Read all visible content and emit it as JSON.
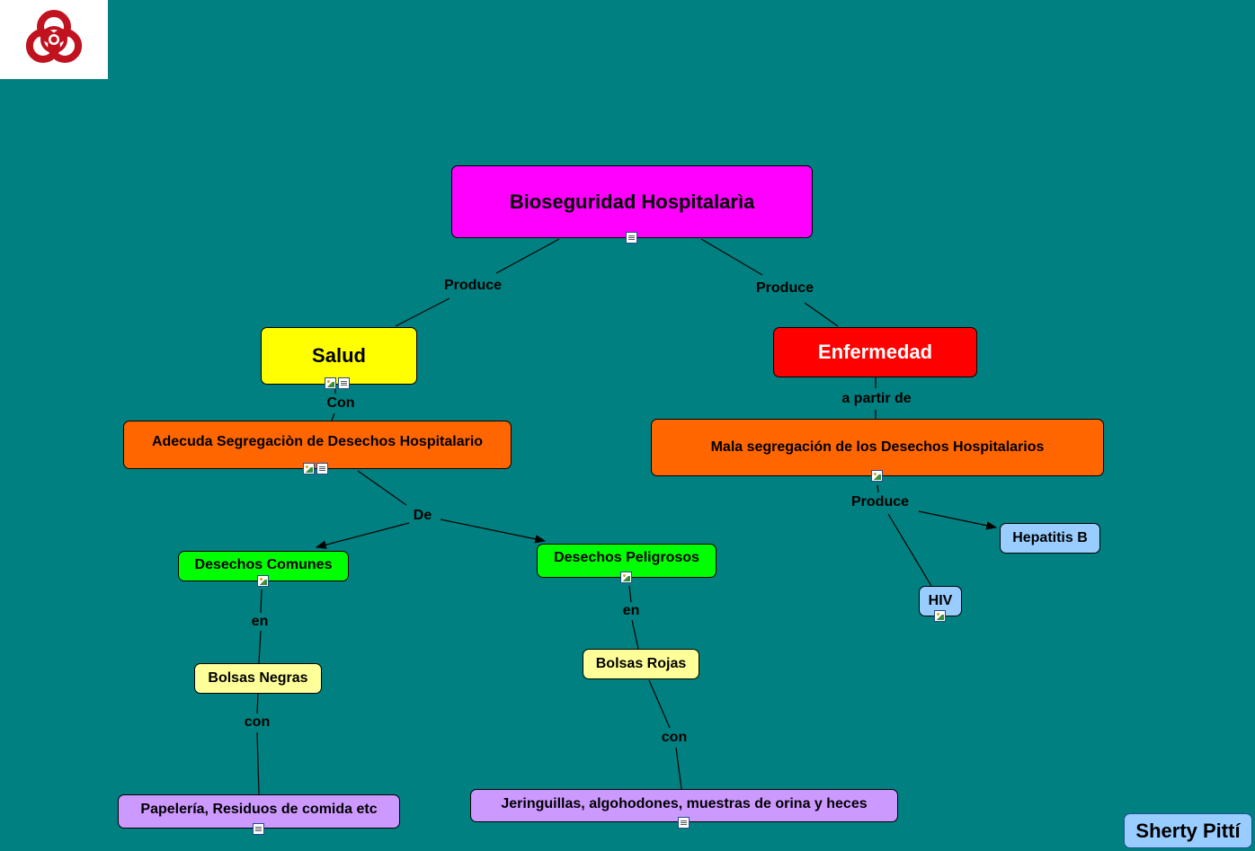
{
  "concepts": {
    "root": "Bioseguridad Hospitalarìa",
    "salud": "Salud",
    "enfermedad": "Enfermedad",
    "adecuada": "Adecuda Segregaciòn de Desechos Hospitalario",
    "mala": "Mala segregación de los Desechos Hospitalarios",
    "comunes": "Desechos Comunes",
    "peligrosos": "Desechos Peligrosos",
    "bolsas_negras": "Bolsas Negras",
    "bolsas_rojas": "Bolsas Rojas",
    "papeleria": "Papelería, Residuos de comida etc",
    "jeringuillas": "Jeringuillas, algohodones, muestras de orina y heces",
    "hepatitis": "Hepatitis B",
    "hiv": "HIV"
  },
  "links": {
    "produce_left": "Produce",
    "produce_right": "Produce",
    "con_salud": "Con",
    "a_partir_de": "a partir de",
    "de": "De",
    "en_comunes": "en",
    "en_peligrosos": "en",
    "con_negras": "con",
    "con_rojas": "con",
    "produce_mala": "Produce"
  },
  "author": "Sherty Pittí",
  "logo_icon": "biohazard-icon",
  "colors": {
    "background": "#008080",
    "root": "#ff00ff",
    "salud": "#ffff00",
    "enfermedad": "#ff0000",
    "segregacion": "#ff6600",
    "desechos": "#00ff00",
    "bolsas": "#ffff99",
    "contenido": "#cc99ff",
    "enfermedades": "#99ccff",
    "author_box": "#99ccff",
    "logo": "#c1121f"
  }
}
